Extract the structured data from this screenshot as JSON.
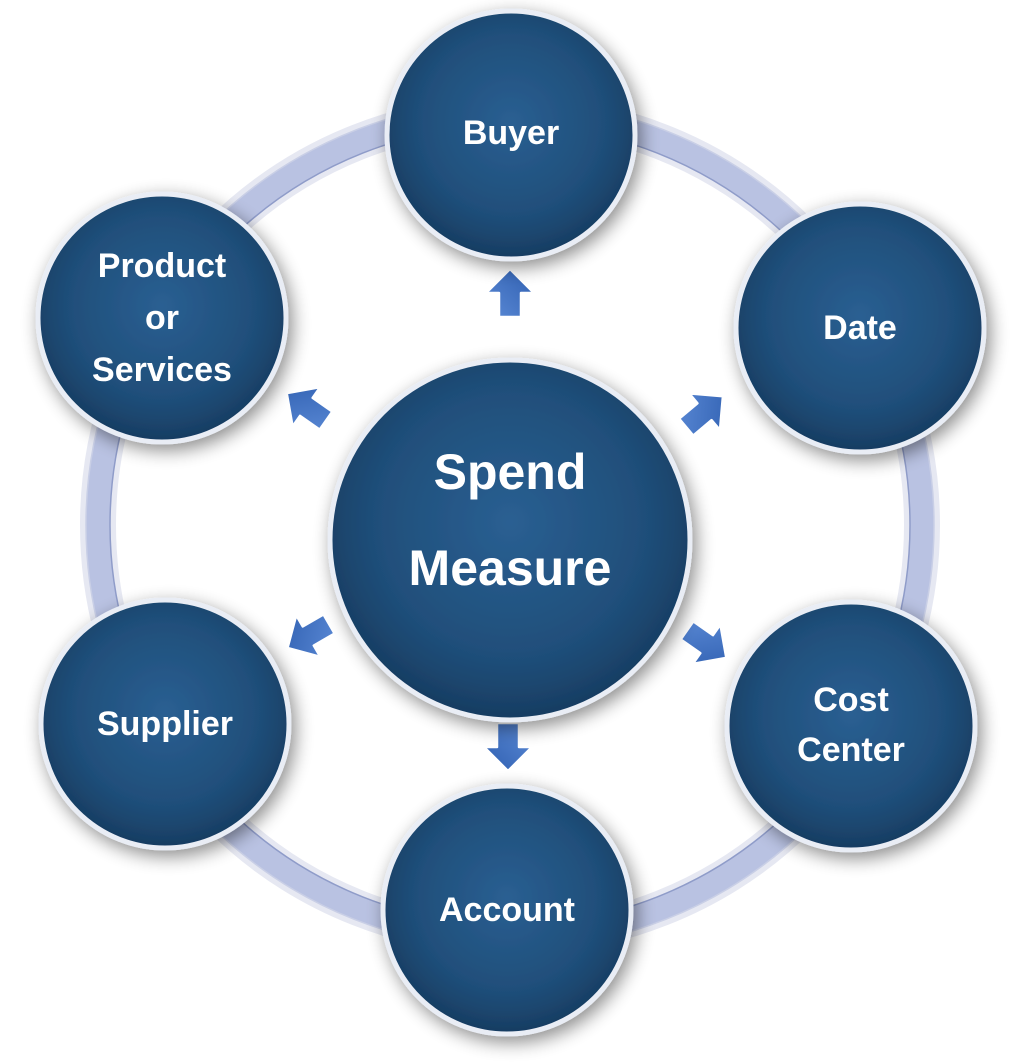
{
  "center": {
    "lines": [
      "Spend",
      "Measure"
    ]
  },
  "nodes": [
    {
      "id": "buyer",
      "lines": [
        "Buyer"
      ]
    },
    {
      "id": "date",
      "lines": [
        "Date"
      ]
    },
    {
      "id": "cost-center",
      "lines": [
        "Cost",
        "Center"
      ]
    },
    {
      "id": "account",
      "lines": [
        "Account"
      ]
    },
    {
      "id": "supplier",
      "lines": [
        "Supplier"
      ]
    },
    {
      "id": "product-or-services",
      "lines": [
        "Product",
        "or",
        "Services"
      ]
    }
  ],
  "colors": {
    "node_fill": "#1f4e79",
    "node_fill_light": "#2e6497",
    "node_text": "#ffffff",
    "ring": "#b6bfe0",
    "ring_edge": "#8f9cc9",
    "arrow": "#3d6fbf",
    "arrow_edge": "#2a55a0"
  }
}
